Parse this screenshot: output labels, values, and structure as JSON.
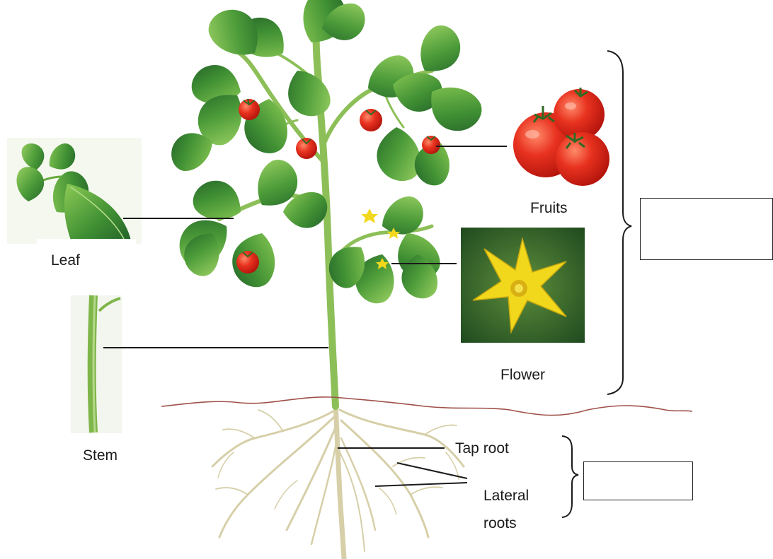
{
  "labels": {
    "leaf": "Leaf",
    "stem": "Stem",
    "fruits": "Fruits",
    "flower": "Flower",
    "tap_root": "Tap root",
    "lateral_roots_line1": "Lateral",
    "lateral_roots_line2": "roots"
  },
  "answer_boxes": {
    "shoot_system": "",
    "root_system": ""
  },
  "colors": {
    "leaf_dark": "#2f7a2a",
    "leaf_light": "#7cbf4a",
    "stem": "#8fbf5a",
    "fruit": "#d8261c",
    "flower": "#f2d81c",
    "roots": "#d8d2ae",
    "soil_line": "#a0504a",
    "leader_line": "#1a1a1a"
  },
  "icons": [
    "tomato-plant-illustration",
    "leaf-photo",
    "stem-photo",
    "tomato-fruits-photo",
    "flower-photo"
  ]
}
